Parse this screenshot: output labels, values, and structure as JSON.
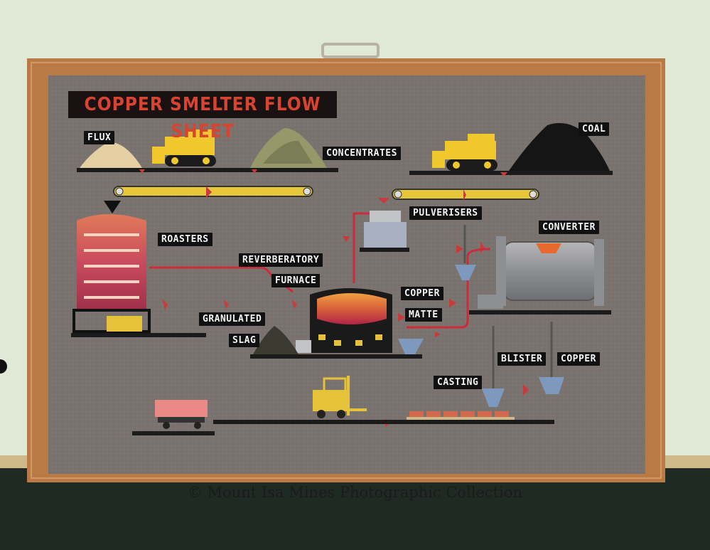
{
  "board": {
    "title": "COPPER SMELTER FLOW SHEET",
    "labels": {
      "flux": "FLUX",
      "concentrates": "CONCENTRATES",
      "coal": "COAL",
      "pulverisers": "PULVERISERS",
      "converter": "CONVERTER",
      "roasters": "ROASTERS",
      "reverberatory": "REVERBERATORY",
      "furnace": "FURNACE",
      "copper": "COPPER",
      "matte": "MATTE",
      "granulated": "GRANULATED",
      "slag": "SLAG",
      "blister": "BLISTER",
      "blister_copper": "COPPER",
      "casting": "CASTING"
    }
  },
  "credit": "© Mount Isa Mines Photographic Collection",
  "colors": {
    "wall": "#dfe9d6",
    "frame": "#b97a45",
    "board": "#7a726e",
    "title_text": "#d8442f",
    "conveyor": "#e7c73a",
    "arrows": "#c73b3b",
    "pipe": "#cc2c3a"
  }
}
